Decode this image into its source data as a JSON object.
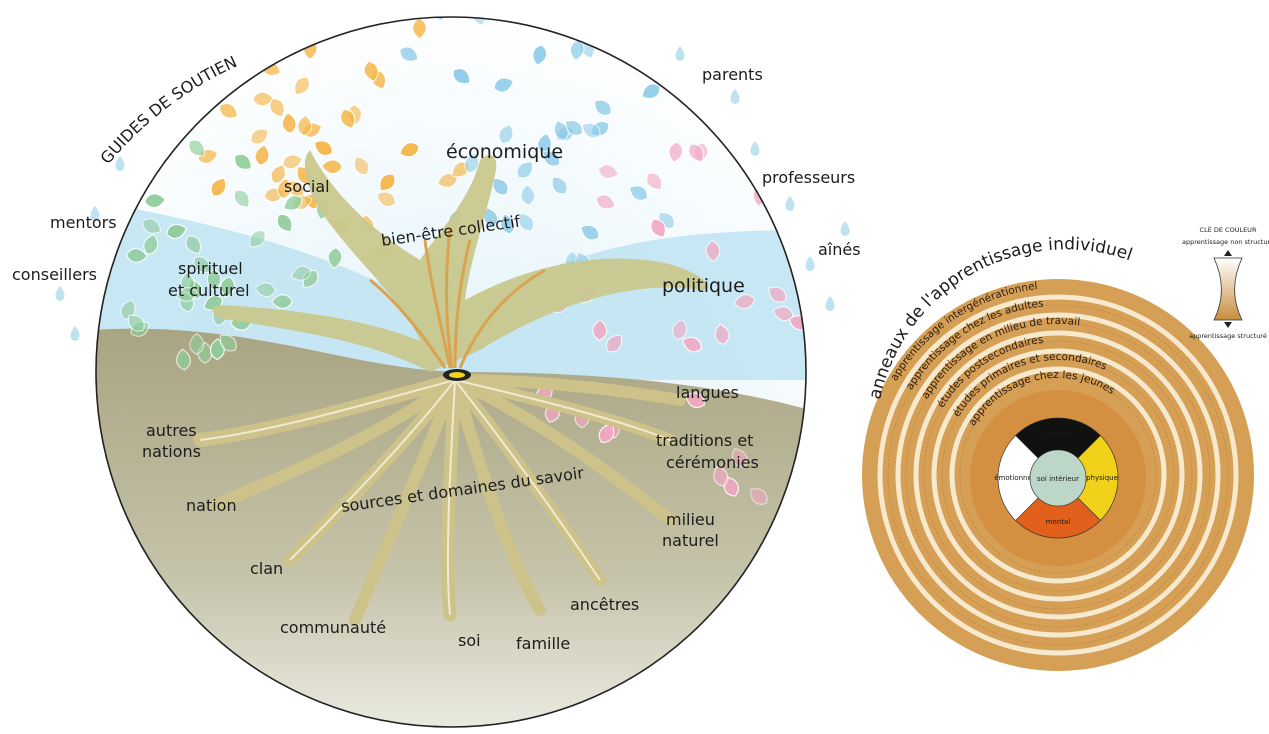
{
  "tree": {
    "guides_title": "GUIDES DE SOUTIEN",
    "guides": {
      "parents": "parents",
      "professeurs": "professeurs",
      "aines": "aînés",
      "mentors": "mentors",
      "conseillers": "conseillers"
    },
    "branches": {
      "social": "social",
      "economique": "économique",
      "spirituel_l1": "spirituel",
      "spirituel_l2": "et culturel",
      "politique": "politique",
      "collectif": "bien-être collectif"
    },
    "roots": {
      "title": "sources et domaines du savoir",
      "langues": "langues",
      "autres_l1": "autres",
      "autres_l2": "nations",
      "traditions_l1": "traditions et",
      "traditions_l2": "cérémonies",
      "nation": "nation",
      "milieu_l1": "milieu",
      "milieu_l2": "naturel",
      "clan": "clan",
      "ancetres": "ancêtres",
      "communaute": "communauté",
      "soi": "soi",
      "famille": "famille"
    }
  },
  "rings": {
    "title": "anneaux de l'apprentissage individuel",
    "labels": [
      "apprentissage intergénérationnel",
      "apprentissage chez les adultes",
      "apprentissage en milieu de travail",
      "études postsecondaires",
      "études primaires et secondaires",
      "apprentissage chez les jeunes enfants"
    ],
    "core": {
      "center": "soi intérieur",
      "quadrants": [
        {
          "label": "spirituel",
          "color": "#111111"
        },
        {
          "label": "physique",
          "color": "#f0d21a"
        },
        {
          "label": "mental",
          "color": "#e0601c"
        },
        {
          "label": "émotionnel",
          "color": "#ffffff"
        }
      ]
    }
  },
  "legend": {
    "title": "CLÉ DE COULEUR",
    "top": "apprentissage non structuré",
    "bottom": "apprentissage structuré"
  },
  "colors": {
    "sky": "#bfe3f2",
    "ground": "#b9b597",
    "trunk": "#c6c48a",
    "gold": "#d8a04c",
    "leaf_orange": "#f5b648",
    "leaf_blue": "#8ccbe8",
    "leaf_green": "#8fcc9a",
    "leaf_pink": "#f2a7c2"
  }
}
